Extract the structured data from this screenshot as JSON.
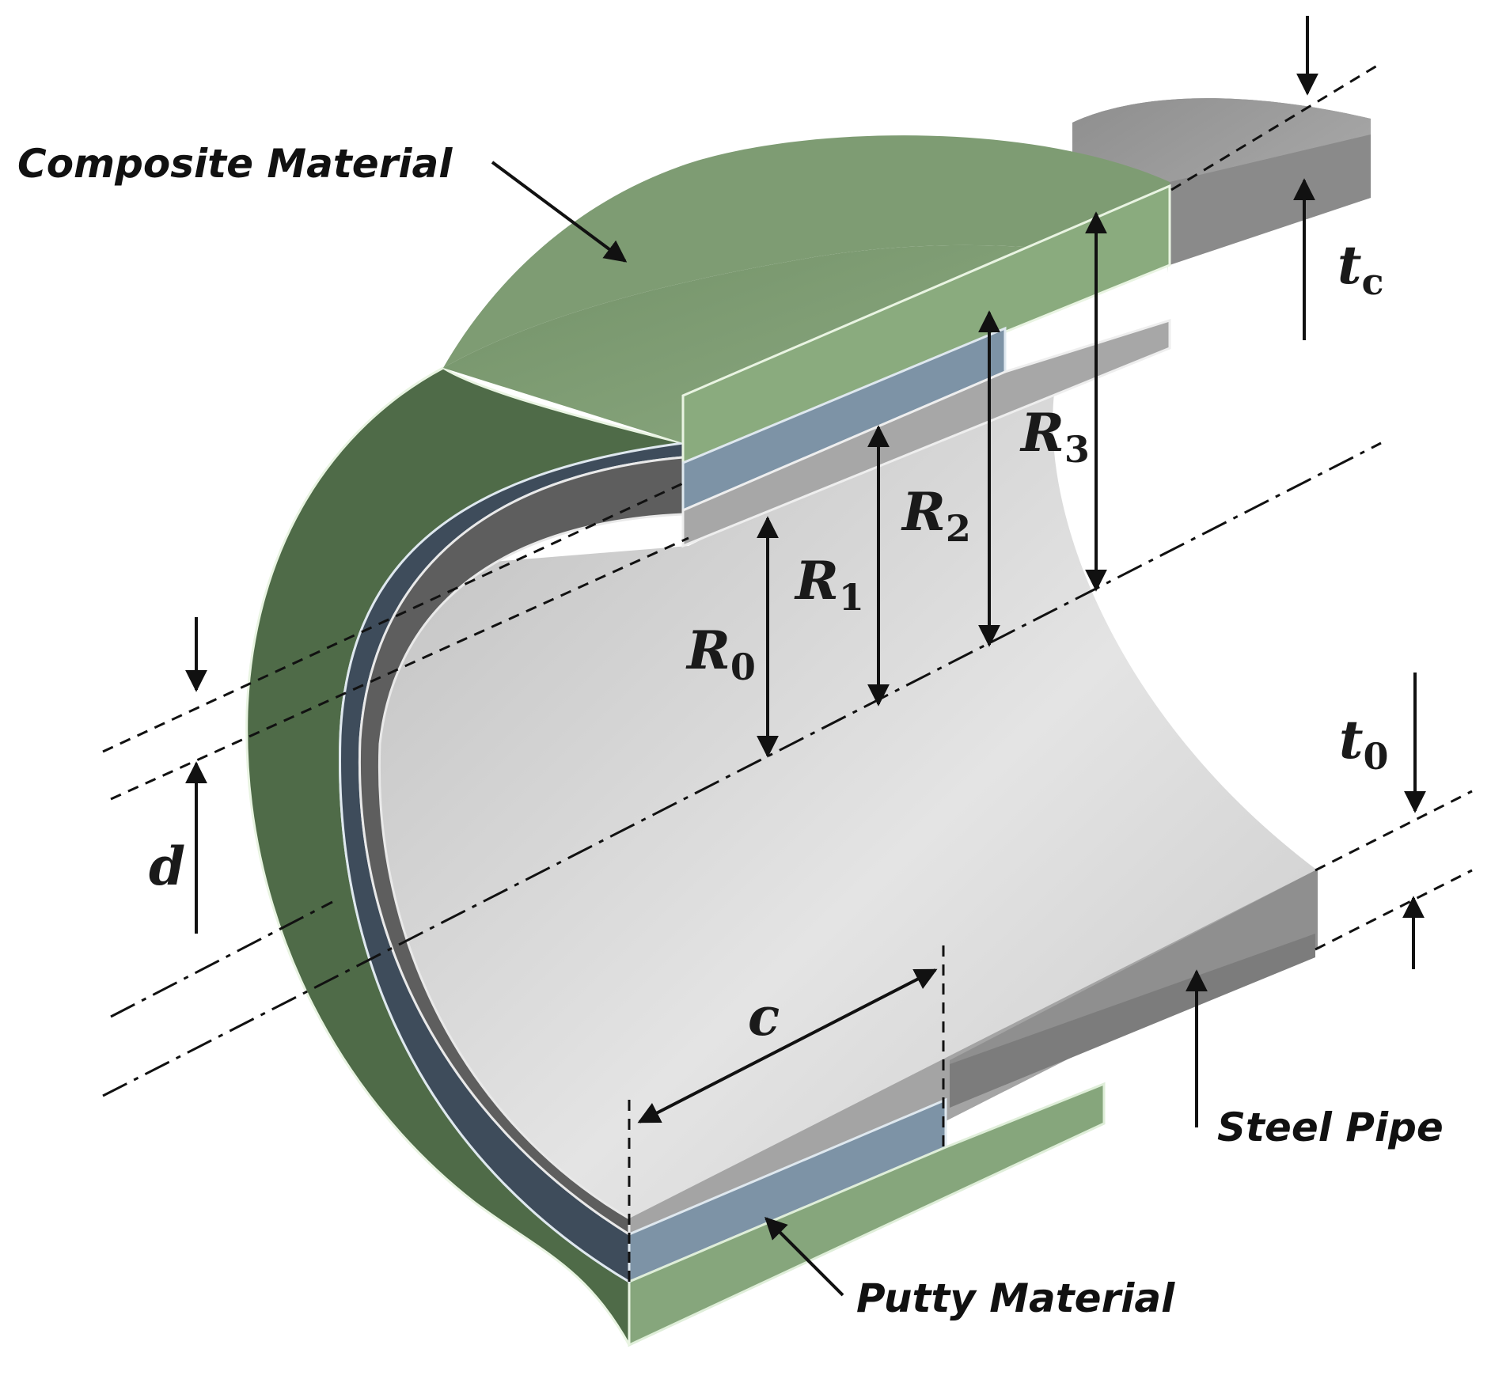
{
  "labels": {
    "composite": "Composite Material",
    "steel": "Steel Pipe",
    "putty": "Putty Material"
  },
  "symbols": {
    "R0": {
      "base": "R",
      "sub": "0"
    },
    "R1": {
      "base": "R",
      "sub": "1"
    },
    "R2": {
      "base": "R",
      "sub": "2"
    },
    "R3": {
      "base": "R",
      "sub": "3"
    },
    "tc": {
      "base": "t",
      "sub": "c"
    },
    "t0": {
      "base": "t",
      "sub": "0"
    },
    "d": "d",
    "c": "c"
  },
  "colors": {
    "composite": "#7e9c73",
    "composite_dark": "#4e6a47",
    "putty": "#7d93a6",
    "putty_dark": "#3f4d5d",
    "steel": "#9b9b9b",
    "steel_dark": "#5f5f5f",
    "inner": "#d6d6d6"
  }
}
